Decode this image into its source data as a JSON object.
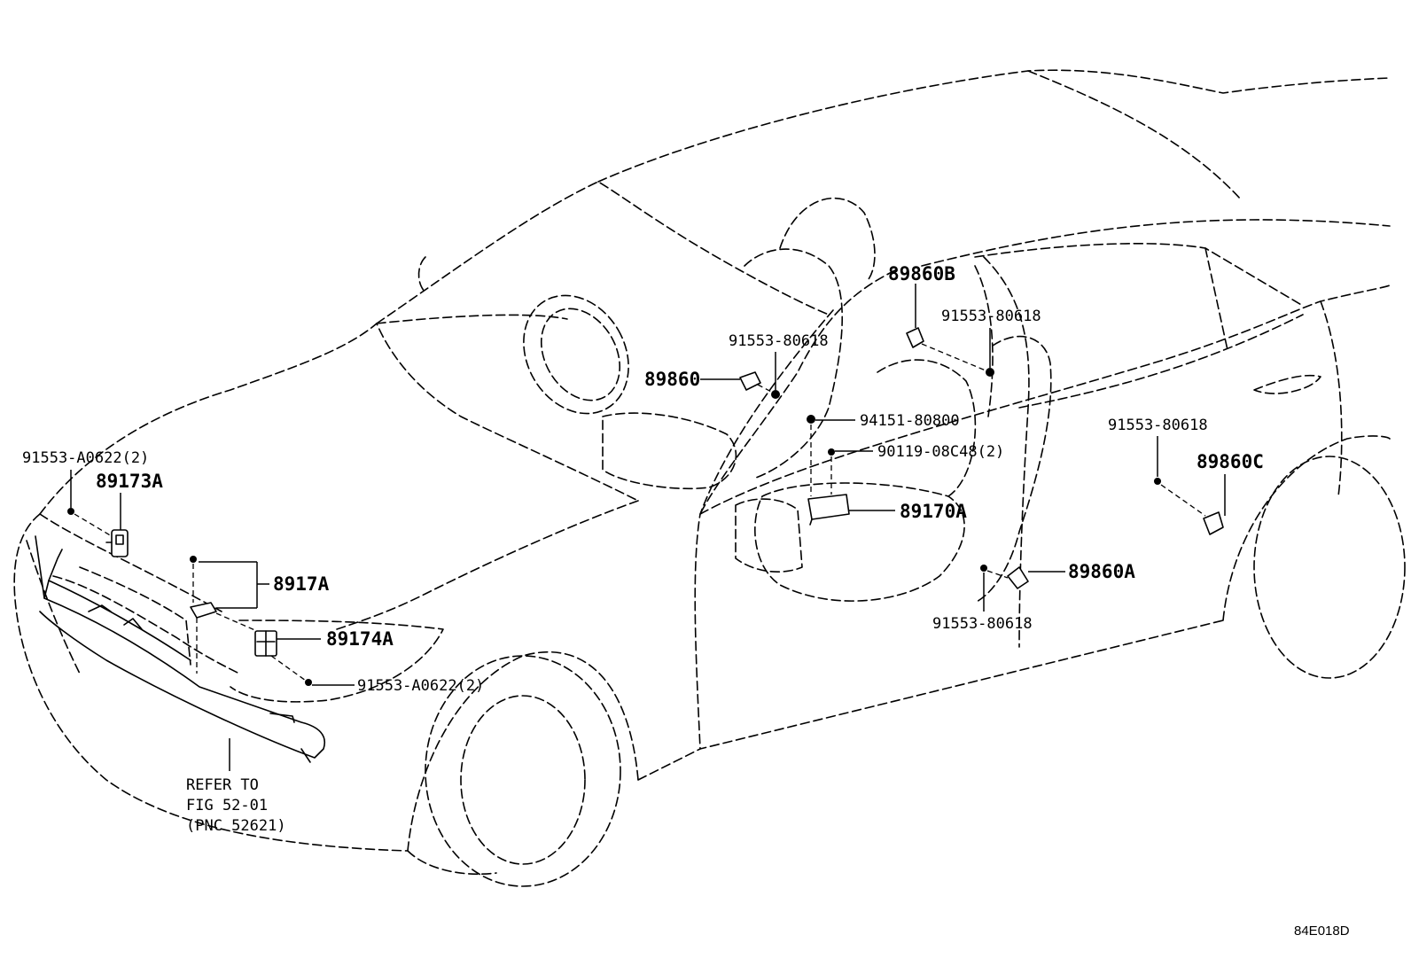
{
  "callouts": {
    "p1": "91553-A0622(2)",
    "p2": "89173A",
    "p3": "8917A",
    "p4": "89174A",
    "p5": "91553-A0622(2)",
    "p6": "91553-80618",
    "p7": "89860",
    "p8": "89860B",
    "p9": "91553-80618",
    "p10": "94151-80800",
    "p11": "90119-08C48(2)",
    "p12": "89170A",
    "p13": "91553-80618",
    "p14": "89860C",
    "p15": "89860A",
    "p16": "91553-80618"
  },
  "reference": {
    "line1": "REFER TO",
    "line2": "FIG 52-01",
    "line3": "(PNC 52621)"
  },
  "drawing_code": "84E018D"
}
